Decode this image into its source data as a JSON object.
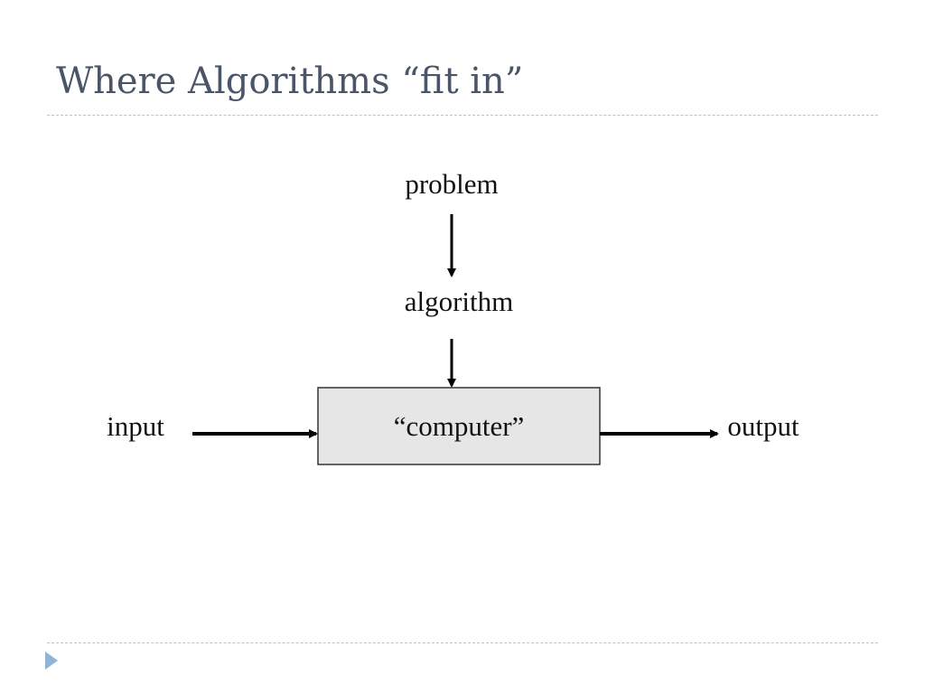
{
  "slide": {
    "title": "Where Algorithms “fit in”"
  },
  "diagram": {
    "nodes": {
      "problem": "problem",
      "algorithm": "algorithm",
      "computer": "“computer”",
      "input": "input",
      "output": "output"
    }
  },
  "colors": {
    "title": "#4b5568",
    "rule": "#b8c4c8",
    "box_fill": "#e6e6e6",
    "box_stroke": "#333333",
    "arrow": "#000000",
    "nav_arrow": "#8fb4d6"
  },
  "navigation": {
    "next_icon": "triangle-right-icon"
  }
}
